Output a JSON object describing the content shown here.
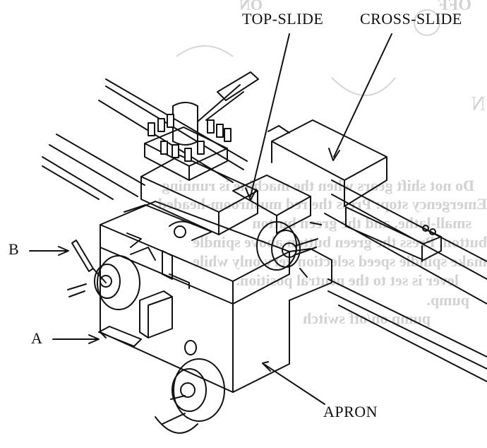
{
  "figure": {
    "labels": {
      "top_slide": "TOP-SLIDE",
      "cross_slide": "CROSS-SLIDE",
      "apron": "APRON",
      "lever_a": "A",
      "lever_b": "B"
    },
    "bleed_through_text": {
      "line1": "Do not shift gears when the machine is running",
      "line2": "Emergency stop: Press the red mushroom-headed",
      "line3": "small-lathe, and the green button",
      "line4": "button. Press the green button above spindle",
      "line5": "make spindle speed selection very only while",
      "line6": "lever is set to the neutral position.",
      "line7": "pump.",
      "line8": "pump on/off switch",
      "corner_top": "OFF",
      "corner_mid": "ON",
      "corner_right": "N"
    }
  }
}
